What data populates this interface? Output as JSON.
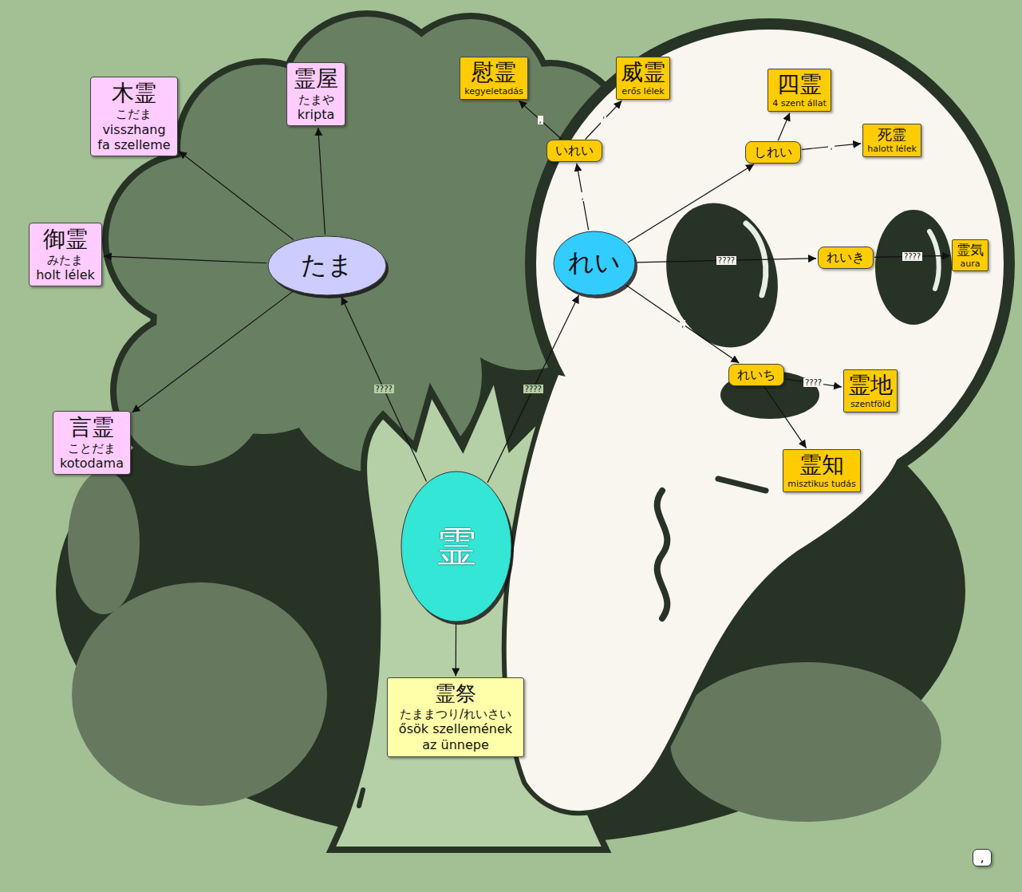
{
  "diagram": {
    "nodes": [
      {
        "text": [
          "木霊",
          "こだま",
          "visszhang",
          "fa szelleme"
        ]
      },
      {
        "text": [
          "霊屋",
          "たまや",
          "kripta"
        ]
      },
      {
        "text": [
          "慰霊",
          "kegyeletadás"
        ]
      },
      {
        "text": [
          "威霊",
          "erős lélek"
        ]
      },
      {
        "text": [
          "四霊",
          "4 szent állat"
        ]
      },
      {
        "text": [
          "いれい"
        ]
      },
      {
        "text": [
          "しれい"
        ]
      },
      {
        "text": [
          "死霊",
          "halott lélek"
        ]
      },
      {
        "text": [
          "御霊",
          "みたま",
          "holt lélek"
        ]
      },
      {
        "text": [
          "たま"
        ]
      },
      {
        "text": [
          "れい"
        ]
      },
      {
        "text": [
          "れいき"
        ]
      },
      {
        "text": [
          "霊気",
          "aura"
        ]
      },
      {
        "text": [
          "れいち"
        ]
      },
      {
        "text": [
          "霊地",
          "szentföld"
        ]
      },
      {
        "text": [
          "言霊",
          "ことだま",
          "kotodama"
        ]
      },
      {
        "text": [
          "霊知",
          "misztikus tudás"
        ]
      },
      {
        "text": [
          "霊"
        ]
      },
      {
        "text": [
          "霊祭",
          "たままつり/れいさい",
          "ősök szellemének az ünnepe"
        ]
      },
      {
        "text": [
          ","
        ]
      }
    ],
    "edges": [
      {
        "from": 17,
        "to": 9,
        "label": "????",
        "arrow": "to"
      },
      {
        "from": 17,
        "to": 10,
        "label": "????",
        "arrow": "to"
      },
      {
        "from": 17,
        "to": 18,
        "arrow": "to"
      },
      {
        "from": 9,
        "to": 0,
        "arrow": "to"
      },
      {
        "from": 9,
        "to": 1,
        "arrow": "to"
      },
      {
        "from": 9,
        "to": 8,
        "arrow": "to"
      },
      {
        "from": 9,
        "to": 15,
        "arrow": "to"
      },
      {
        "from": 10,
        "to": 5,
        "label": ",",
        "arrow": "to"
      },
      {
        "from": 5,
        "to": 2,
        "label": ",",
        "arrow": "to"
      },
      {
        "from": 5,
        "to": 3,
        "label": "'",
        "arrow": "to"
      },
      {
        "from": 10,
        "to": 6,
        "arrow": "to"
      },
      {
        "from": 6,
        "to": 4,
        "arrow": "to"
      },
      {
        "from": 6,
        "to": 7,
        "label": ",",
        "arrow": "to"
      },
      {
        "from": 10,
        "to": 11,
        "label": "????",
        "arrow": "to"
      },
      {
        "from": 11,
        "to": 12,
        "label": "????",
        "arrow": "to"
      },
      {
        "from": 10,
        "to": 13,
        "label": ",",
        "arrow": "to"
      },
      {
        "from": 13,
        "to": 14,
        "label": "????",
        "arrow": "to"
      },
      {
        "from": 13,
        "to": 16,
        "arrow": "to"
      }
    ]
  }
}
